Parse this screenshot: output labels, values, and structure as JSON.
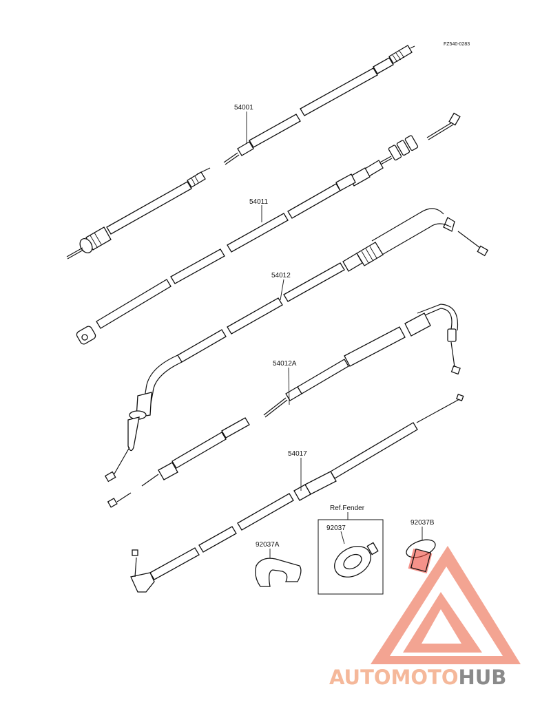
{
  "diagram_code": "FZ540-0283",
  "parts": {
    "p54001": "54001",
    "p54011": "54011",
    "p54012": "54012",
    "p54012A": "54012A",
    "p54017": "54017",
    "p92037": "92037",
    "p92037A": "92037A",
    "p92037B": "92037B"
  },
  "ref_label": "Ref.Fender",
  "watermark": {
    "part1": "AUTOMOTO",
    "part2": "HUB",
    "color_main": "#f2a07f",
    "color_accent": "#ef4a3c",
    "color_dark": "#8a8a8a"
  }
}
